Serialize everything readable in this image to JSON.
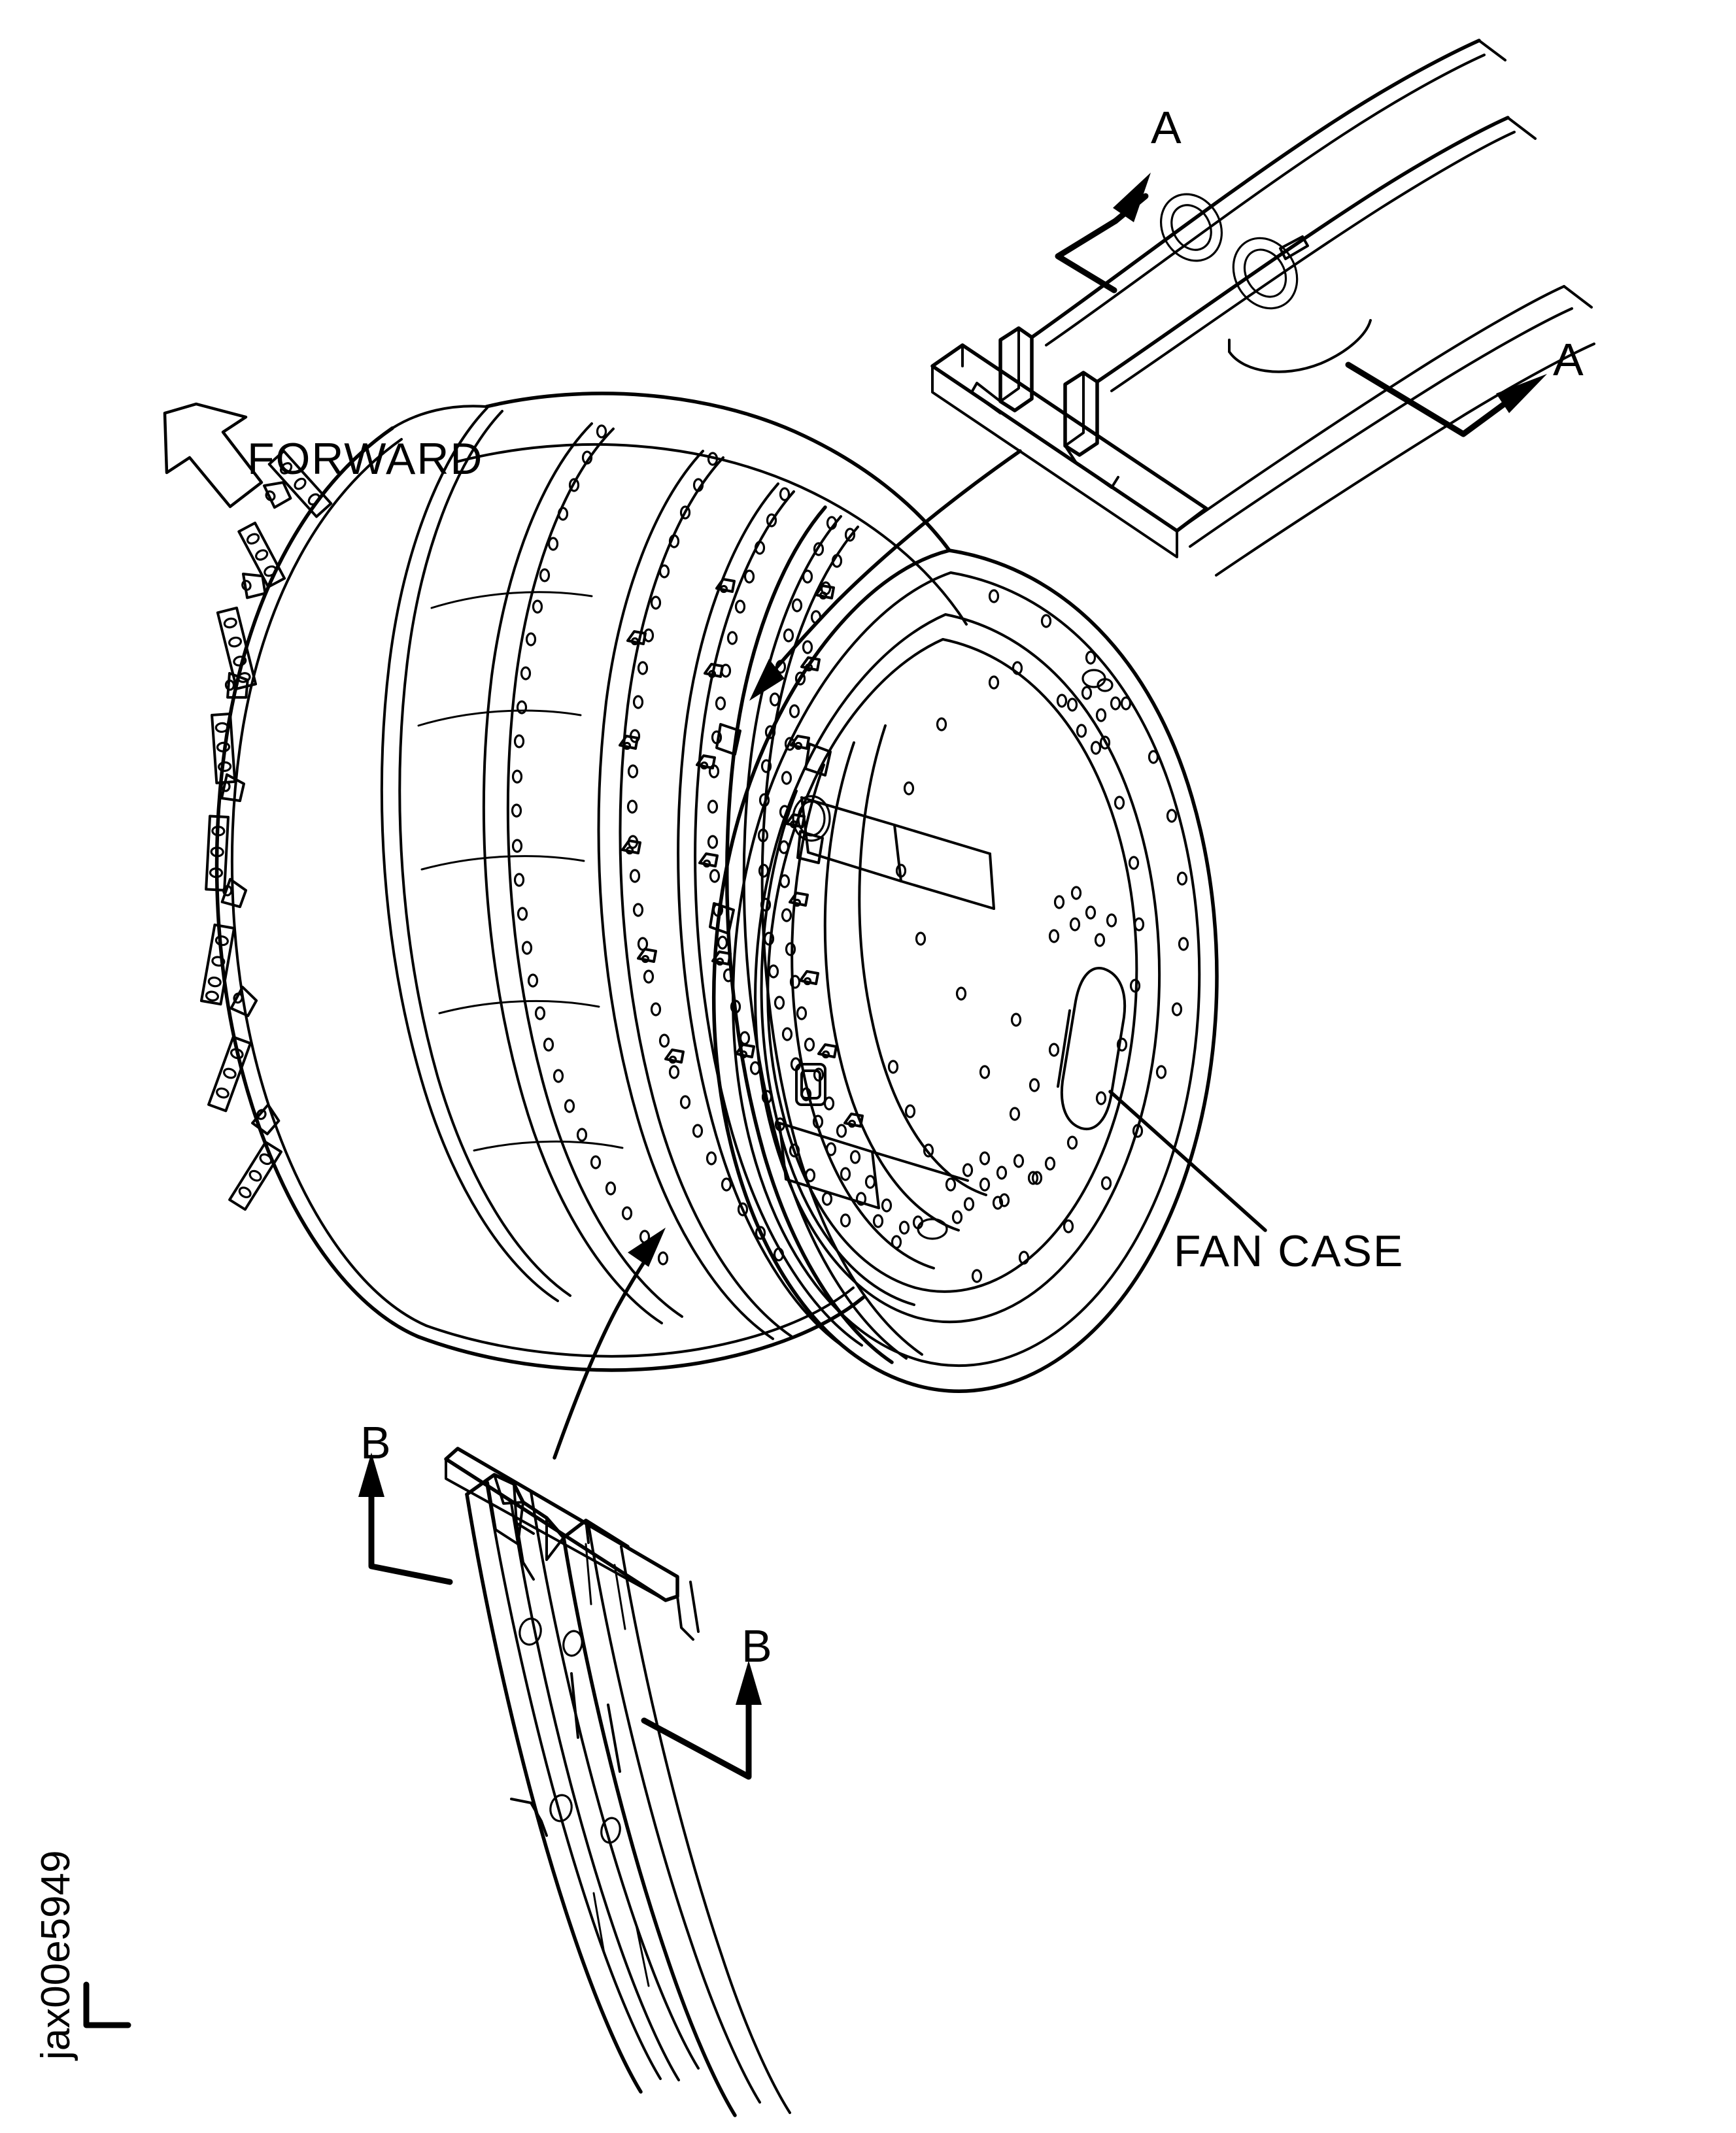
{
  "figure": {
    "id_text": "jax00e5949",
    "background_color": "#ffffff",
    "line_color": "#000000"
  },
  "labels": {
    "forward": "FORWARD",
    "fan_case": "FAN CASE",
    "section_a_top": "A",
    "section_a_right": "A",
    "section_b_left": "B",
    "section_b_right": "B"
  },
  "icons": {
    "forward_arrow": "forward-arrow-icon",
    "section_arrow": "section-arrow-icon",
    "leader_arrow": "leader-arrow-icon"
  },
  "views": {
    "main": {
      "name": "fan-case-isometric",
      "description": "Fan case cylindrical drum shown in isometric view"
    },
    "detail_a": {
      "name": "section-a-a",
      "description": "Section A-A flange rail cut profile with two bore holes"
    },
    "detail_b": {
      "name": "section-b-b",
      "description": "Section B-B rail track profile with holes"
    }
  }
}
